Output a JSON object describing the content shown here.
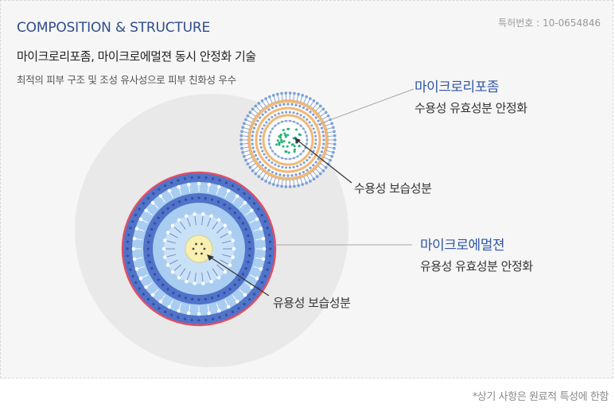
{
  "header": {
    "title": "COMPOSITION & STRUCTURE",
    "patent": "특허번호 : 10-0654846",
    "subtitle": "마이크로리포좀, 마이크로에멀젼 동시 안정화 기술",
    "description": "최적의 피부 구조 및 조성 유사성으로 피부 친화성 우수"
  },
  "liposome": {
    "title": "마이크로리포좀",
    "subtitle": "수용성 유효성분 안정화",
    "core_label": "수용성 보습성분"
  },
  "emulsion": {
    "title": "마이크로에멀젼",
    "subtitle": "유용성 유효성분 안정화",
    "core_label": "유용성 보습성분"
  },
  "footnote": "*상기 사항은 원료적 특성에 한함",
  "colors": {
    "title_blue": "#2f56a6",
    "liposome_orange": "#f2b877",
    "liposome_blue": "#7b9fd6",
    "emulsion_blue": "#5173c8",
    "emulsion_light": "#a9cdf0",
    "emulsion_rim": "#e04f66",
    "core_green": "#29b37a",
    "core_yellow": "#f8efb0"
  }
}
